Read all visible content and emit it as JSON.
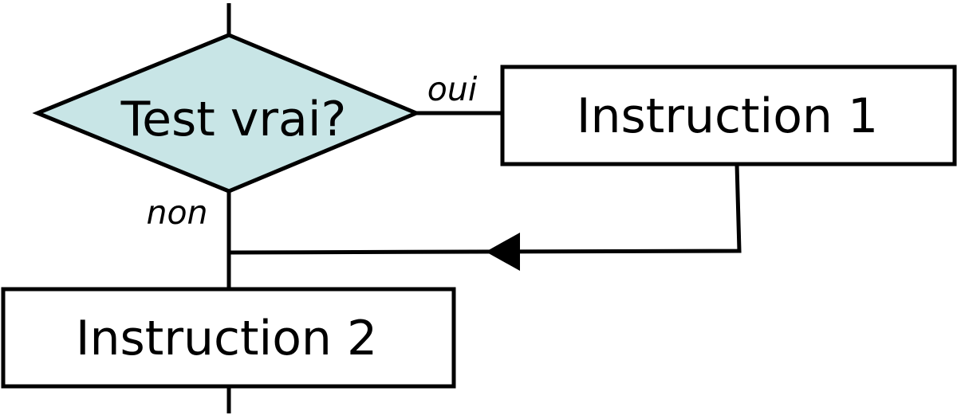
{
  "decision": {
    "text": "Test vrai?",
    "fill_color": "#c8e5e6"
  },
  "branches": {
    "yes_label": "oui",
    "no_label": "non"
  },
  "boxes": {
    "instruction_1": "Instruction 1",
    "instruction_2": "Instruction 2"
  },
  "colors": {
    "stroke": "#000000",
    "box_fill": "#ffffff"
  }
}
